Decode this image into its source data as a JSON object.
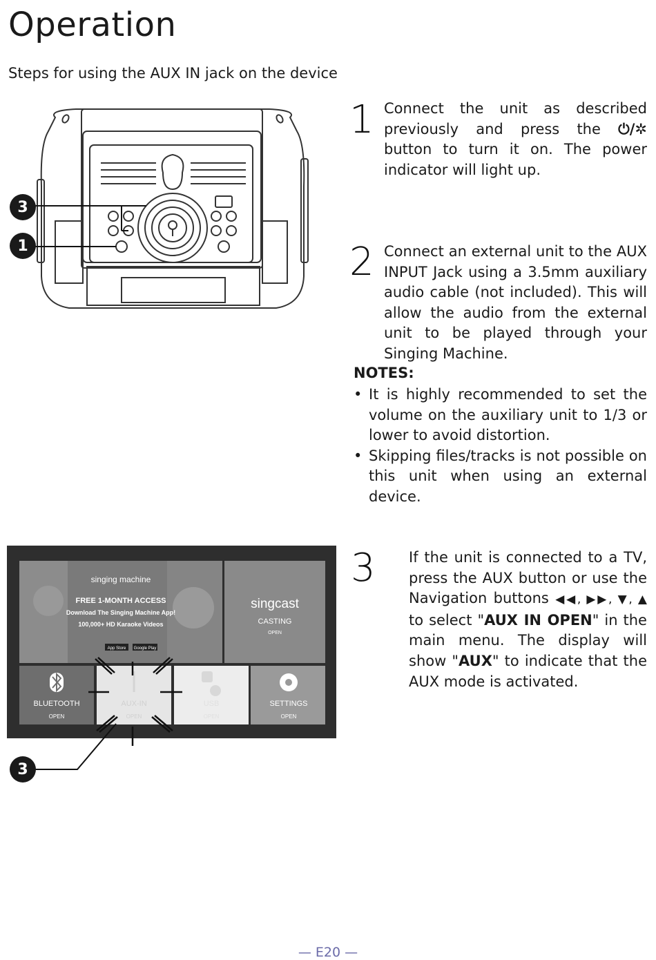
{
  "page": {
    "title": "Operation",
    "subtitle": "Steps for using the AUX IN jack on the device",
    "footer": "— E20 —"
  },
  "callouts": {
    "top_3": "3",
    "top_1": "1",
    "bottom_3": "3"
  },
  "step1": {
    "number": "1",
    "text_before": "Connect the unit as described previously and press the ",
    "symbol": "⏻/✲",
    "text_after": " button to turn it on. The power indicator will light up."
  },
  "step2": {
    "number": "2",
    "text": "Connect an external unit to the AUX INPUT Jack using a 3.5mm auxiliary audio cable (not included). This will allow the audio from the external unit to be played through your Singing Machine."
  },
  "notes": {
    "heading": "NOTES:",
    "items": [
      "It is highly recommended to set the volume on the auxiliary unit to 1/3 or lower to avoid distortion.",
      "Skipping files/tracks is not possible on this unit when using an external device."
    ]
  },
  "step3": {
    "number": "3",
    "text1": "If the unit is connected to a TV, press the AUX button or use the Navigation buttons ",
    "nav_symbols": "◀◀, ▶▶, ▼, ▲",
    "text2": " to select \"",
    "bold1": "AUX IN OPEN",
    "text3": "\" in the main menu. The display will show \"",
    "bold2": "AUX",
    "text4": "\" to indicate that the AUX mode is activated."
  },
  "tv_menu": {
    "banner": {
      "brand": "singing machine",
      "line1": "FREE 1-MONTH ACCESS",
      "line2": "Download The Singing Machine App!",
      "line3": "100,000+ HD Karaoke Videos",
      "app_store": "App Store",
      "google_play": "Google Play"
    },
    "casting": {
      "brand": "singcast",
      "label": "CASTING",
      "sub": "OPEN"
    },
    "tiles": [
      {
        "label": "BLUETOOTH",
        "sub": "OPEN"
      },
      {
        "label": "AUX-IN",
        "sub": "OPEN"
      },
      {
        "label": "USB",
        "sub": "OPEN"
      },
      {
        "label": "SETTINGS",
        "sub": "OPEN"
      }
    ]
  },
  "colors": {
    "footer": "#6b6ba8",
    "tv_frame": "#2e2e2e",
    "tile": "#8a8a8a",
    "tile_dark": "#6e6e6e",
    "tile_light": "#e6e6e6"
  }
}
